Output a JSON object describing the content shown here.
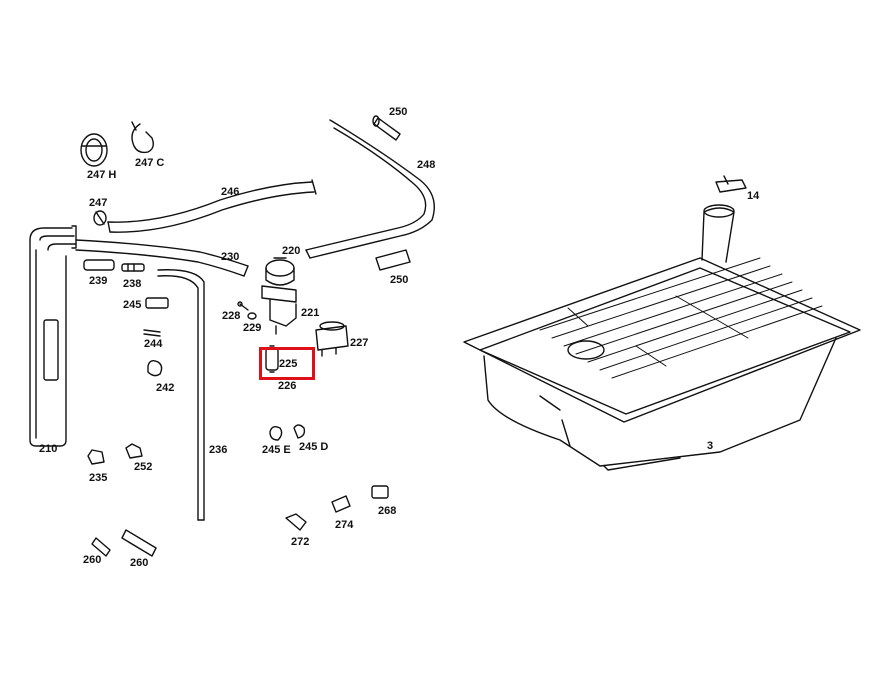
{
  "diagram": {
    "highlight_color": "#e0101a",
    "line_color": "#111111",
    "highlighted_part": "225",
    "labels": {
      "p210": "210",
      "p235": "235",
      "p236": "236",
      "p238": "238",
      "p239": "239",
      "p242": "242",
      "p244": "244",
      "p245": "245",
      "p245d": "245 D",
      "p245e": "245 E",
      "p246": "246",
      "p247": "247",
      "p247c": "247 C",
      "p247h": "247 H",
      "p248": "248",
      "p250a": "250",
      "p250b": "250",
      "p252": "252",
      "p260a": "260",
      "p260b": "260",
      "p268": "268",
      "p272": "272",
      "p274": "274",
      "p220": "220",
      "p221": "221",
      "p225": "225",
      "p226": "226",
      "p227": "227",
      "p228": "228",
      "p229": "229",
      "p230": "230",
      "p3": "3",
      "p14": "14"
    }
  }
}
